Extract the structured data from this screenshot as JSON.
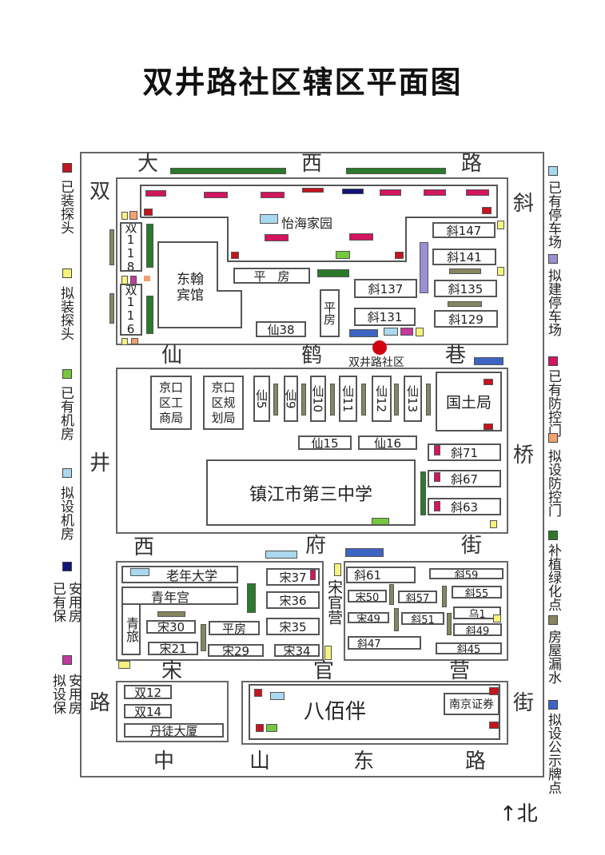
{
  "title": "双井路社区辖区平面图",
  "roads": {
    "north": [
      "大",
      "西",
      "路"
    ],
    "west_top": "双",
    "east_top": "斜",
    "west_mid": "井",
    "east_mid": "桥",
    "west_bottom": "路",
    "east_bottom": "街",
    "xianhe": [
      "仙",
      "鹤",
      "巷"
    ],
    "xifu": [
      "西",
      "府",
      "街"
    ],
    "songguan": [
      "宋",
      "官",
      "营"
    ],
    "south": [
      "中",
      "山",
      "东",
      "路"
    ]
  },
  "community_center": "双井路社区",
  "north_arrow": "↑北",
  "buildings": {
    "yihai": "怡海家园",
    "shuang118": "双118",
    "shuang116": "双116",
    "donghan": "东翰宾馆",
    "pingfang1": "平　房",
    "pingfang2": "平房",
    "xian38": "仙38",
    "xie137": "斜137",
    "xie131": "斜131",
    "xie147": "斜147",
    "xie141": "斜141",
    "xie135": "斜135",
    "xie129": "斜129",
    "gongshang": "京口区工商局",
    "guihua": "京口区规划局",
    "xian5": "仙5",
    "xian9": "仙9",
    "xian10": "仙10",
    "xian11": "仙11",
    "xian12": "仙12",
    "xian13": "仙13",
    "guotu": "国土局",
    "xian15": "仙15",
    "xian16": "仙16",
    "xie71": "斜71",
    "xie67": "斜67",
    "xie63": "斜63",
    "school": "镇江市第三中学",
    "laonian": "老年大学",
    "qingniangong": "青年宫",
    "qinglv": "青旅",
    "song37": "宋37",
    "song36": "宋36",
    "song35": "宋35",
    "song34": "宋34",
    "song30": "宋30",
    "song21": "宋21",
    "pingfang3": "平房",
    "song29": "宋29",
    "songguanying": "宋官营",
    "xie61": "斜61",
    "xie59": "斜59",
    "song50": "宋50",
    "xie57": "斜57",
    "xie55": "斜55",
    "song49": "宋49",
    "xie51": "斜51",
    "wu1": "乌1",
    "xie49": "斜49",
    "xie47": "斜47",
    "xie45": "斜45",
    "shuang12": "双12",
    "shuang14": "双14",
    "dantu": "丹徒大厦",
    "babaiban": "八佰伴",
    "nanjing": "南京证券"
  },
  "legend_left": [
    {
      "label": "已装探头",
      "color": "#c4141e"
    },
    {
      "label": "拟装探头",
      "color": "#f6f27c"
    },
    {
      "label": "已有机房",
      "color": "#74c83c"
    },
    {
      "label": "拟设机房",
      "color": "#aad8ee"
    },
    {
      "label": "已有保安用房",
      "color": "#14147a"
    },
    {
      "label": "拟设保安用房",
      "color": "#c23a9a"
    }
  ],
  "legend_right": [
    {
      "label": "已有停车场",
      "color": "#aad8ee"
    },
    {
      "label": "拟建停车场",
      "color": "#9a90d4"
    },
    {
      "label": "已有防控门",
      "color": "#d3145e"
    },
    {
      "label": "拟设防控门",
      "color": "#f3a070"
    },
    {
      "label": "补植绿化点",
      "color": "#2b7a2b"
    },
    {
      "label": "房屋漏水",
      "color": "#858560"
    },
    {
      "label": "拟设公示牌点",
      "color": "#3d64c2"
    }
  ]
}
